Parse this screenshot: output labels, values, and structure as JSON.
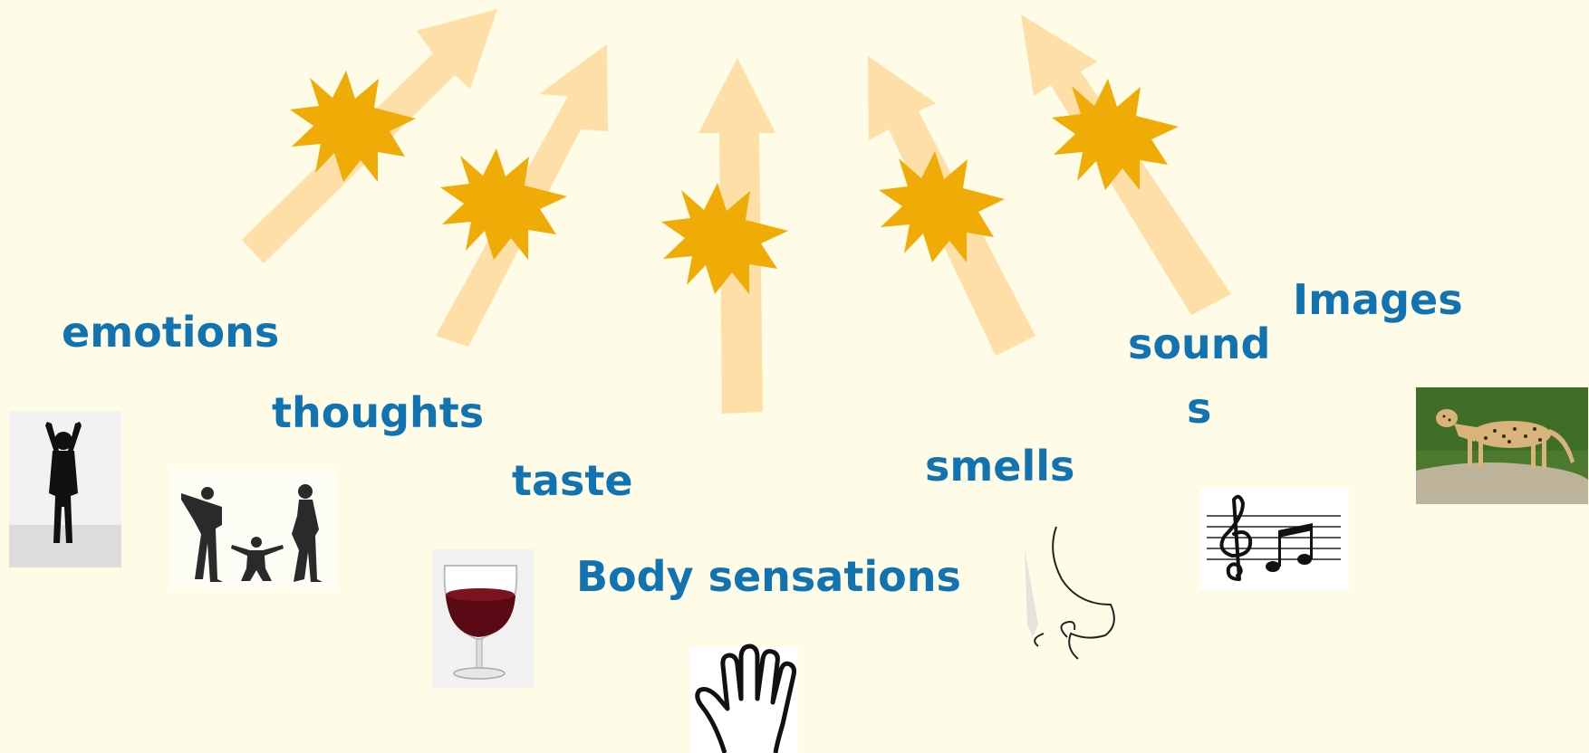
{
  "labels": {
    "emotions": "emotions",
    "thoughts": "thoughts",
    "taste": "taste",
    "body_sensations": "Body sensations",
    "smells": "smells",
    "sounds_line1": "sound",
    "sounds_line2": "s",
    "images": "Images"
  },
  "colors": {
    "background": "#fefbe6",
    "arrow": "#ffdfa8",
    "burst": "#efab06",
    "label": "#1273b1"
  },
  "pictures": [
    "person-arms-raised-silhouette",
    "family-silhouette",
    "red-wine-glass",
    "open-hand-outline",
    "nose-line-drawing",
    "music-notes-staff",
    "cheetah-photo"
  ]
}
